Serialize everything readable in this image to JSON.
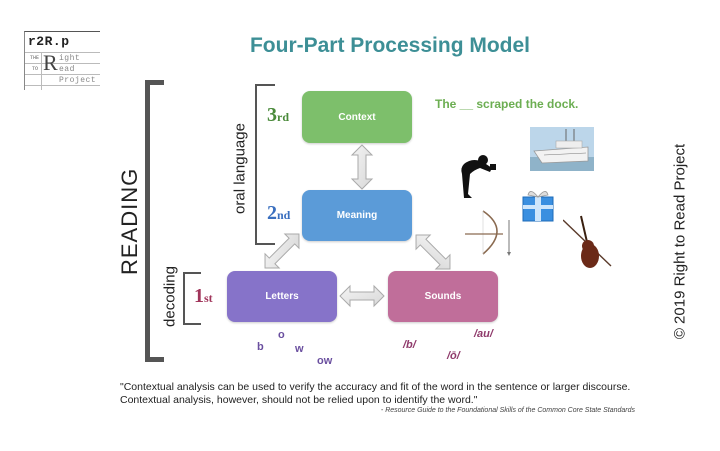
{
  "logo": {
    "top_text": "r2R.p",
    "small_top": "THE",
    "small_mid": "TO",
    "big_letter": "R",
    "word1": "ight",
    "word2": "ead",
    "word3": "Project"
  },
  "title": "Four-Part Processing Model",
  "labels": {
    "reading": "READING",
    "oral_language": "oral language",
    "decoding": "decoding"
  },
  "stages": [
    {
      "ordinal_num": "3",
      "ordinal_suffix": "rd",
      "label": "Context",
      "color": "#7dbf6b",
      "ordinal_color": "#4a8a3a"
    },
    {
      "ordinal_num": "2",
      "ordinal_suffix": "nd",
      "label": "Meaning",
      "color": "#5b9bd8",
      "ordinal_color": "#3a6fbf"
    },
    {
      "ordinal_num": "1",
      "ordinal_suffix": "st",
      "label": "Letters",
      "color": "#8673c9",
      "ordinal_color": "#a0345a"
    },
    {
      "ordinal_num": "",
      "ordinal_suffix": "",
      "label": "Sounds",
      "color": "#c06e9a",
      "ordinal_color": ""
    }
  ],
  "example_sentence": "The __ scraped the dock.",
  "graphemes": [
    "b",
    "o",
    "w",
    "ow"
  ],
  "phonemes": [
    "/b/",
    "/ō/",
    "/au/"
  ],
  "pictures": [
    "ship",
    "person-bowing",
    "gift-box",
    "archery-bow",
    "violin-with-bow"
  ],
  "copyright": "© 2019 Right to Read Project",
  "quote": "\"Contextual analysis can be used to verify the accuracy and fit of the word in the sentence or larger discourse. Contextual analysis, however, should not be relied upon to identify the word.\"",
  "citation": "- Resource Guide to the Foundational Skills of the Common Core State Standards"
}
